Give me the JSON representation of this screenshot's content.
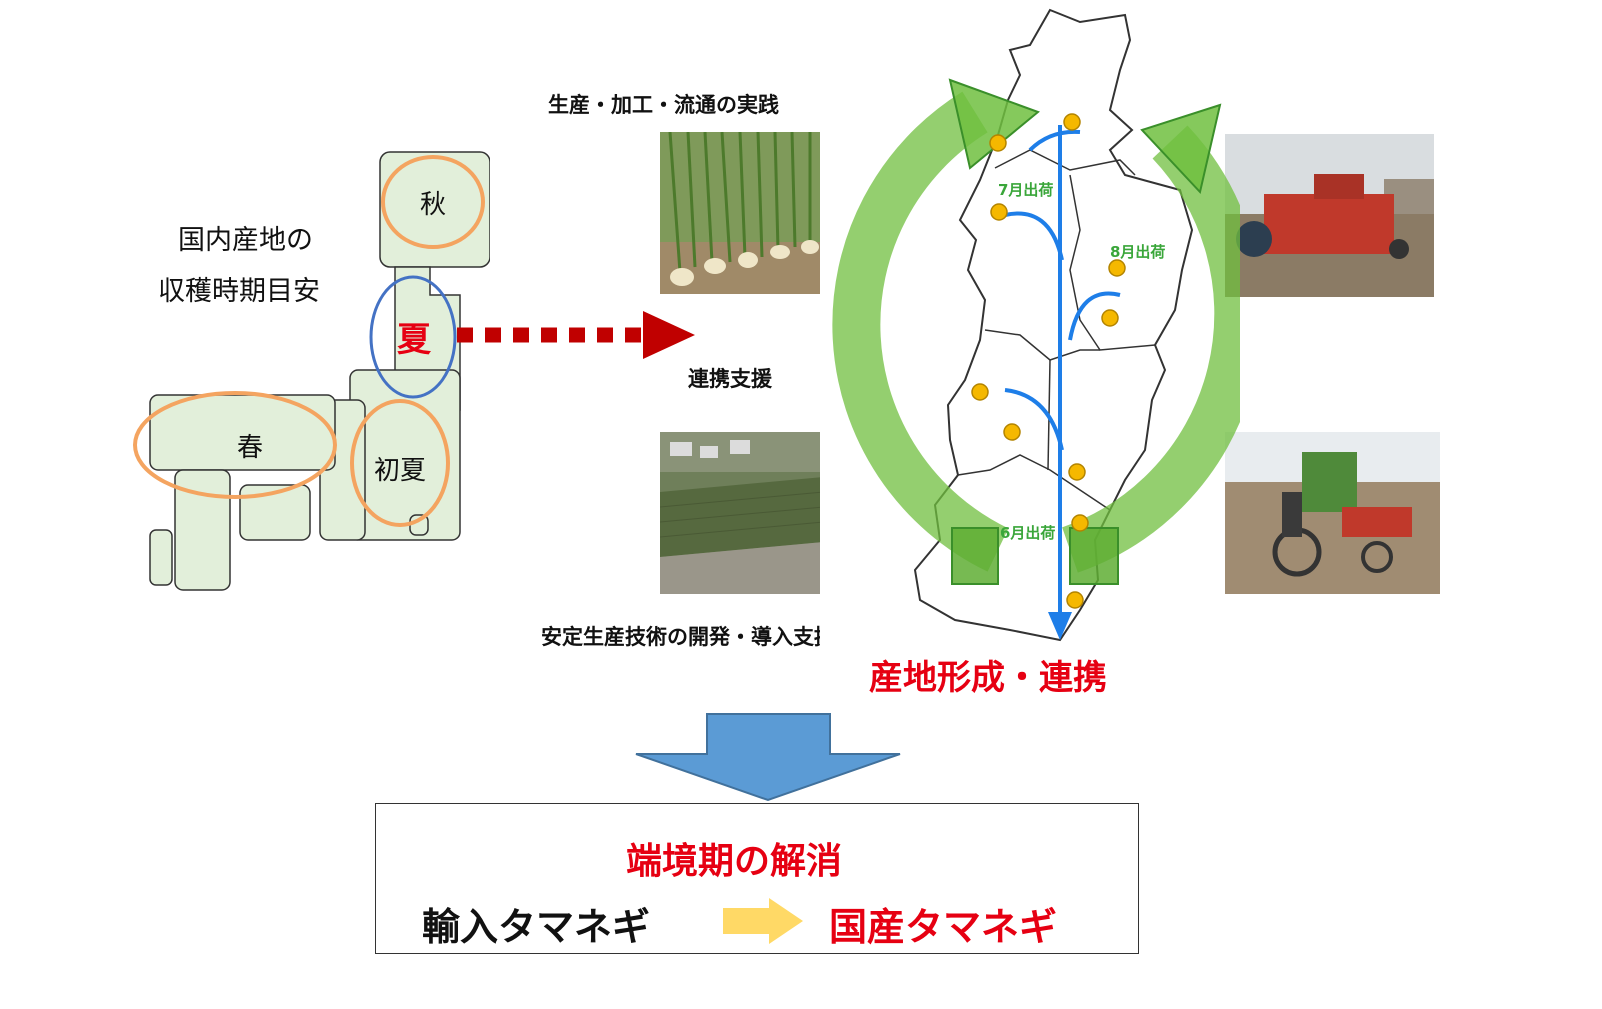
{
  "japan_map": {
    "heading_line1": "国内産地の",
    "heading_line2": "収穫時期目安",
    "seasons": {
      "autumn": "秋",
      "summer": "夏",
      "early_summer": "初夏",
      "spring": "春"
    }
  },
  "labels": {
    "practice": "生産・加工・流通の実践",
    "cooperation_support": "連携支援",
    "tech_support": "安定生産技術の開発・導入支援"
  },
  "tohoku_map": {
    "shipments": {
      "july": "7月出荷",
      "august": "8月出荷",
      "june": "6月出荷"
    },
    "caption": "産地形成・連携"
  },
  "result_box": {
    "line1": "端境期の解消",
    "import_label": "輸入タマネギ",
    "domestic_label": "国産タマネギ"
  },
  "colors": {
    "red_text": "#e60012",
    "orange_ring": "#f4a460",
    "blue_ring": "#4472c4",
    "map_fill": "#e2efda",
    "cycle_green": "#70bf3f",
    "flow_blue": "#1e7ee8",
    "down_arrow": "#5b9bd5",
    "yellow_arrow": "#ffd966"
  }
}
